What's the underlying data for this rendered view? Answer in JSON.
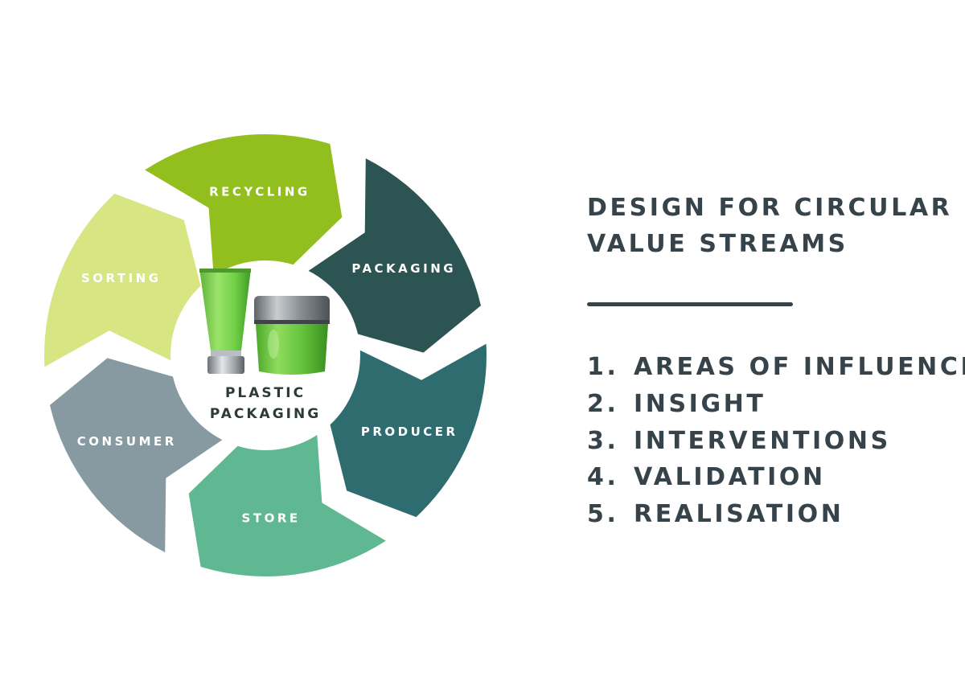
{
  "diagram": {
    "center_label": [
      "PLASTIC",
      "PACKAGING"
    ],
    "center_image": "cosmetic-tube-and-jar",
    "segments": [
      {
        "label": "PACKAGING",
        "color": "#2c5452"
      },
      {
        "label": "PRODUCER",
        "color": "#2e6c6f"
      },
      {
        "label": "STORE",
        "color": "#5fb891"
      },
      {
        "label": "CONSUMER",
        "color": "#879aa2"
      },
      {
        "label": "SORTING",
        "color": "#d7e683"
      },
      {
        "label": "RECYCLING",
        "color": "#92bf1d"
      }
    ]
  },
  "panel": {
    "title_lines": [
      "DESIGN FOR CIRCULAR",
      "VALUE STREAMS"
    ],
    "steps": [
      {
        "num": "1.",
        "label": "AREAS OF INFLUENCE"
      },
      {
        "num": "2.",
        "label": "INSIGHT"
      },
      {
        "num": "3.",
        "label": "INTERVENTIONS"
      },
      {
        "num": "4.",
        "label": "VALIDATION"
      },
      {
        "num": "5.",
        "label": "REALISATION"
      }
    ],
    "text_color": "#37434a"
  }
}
